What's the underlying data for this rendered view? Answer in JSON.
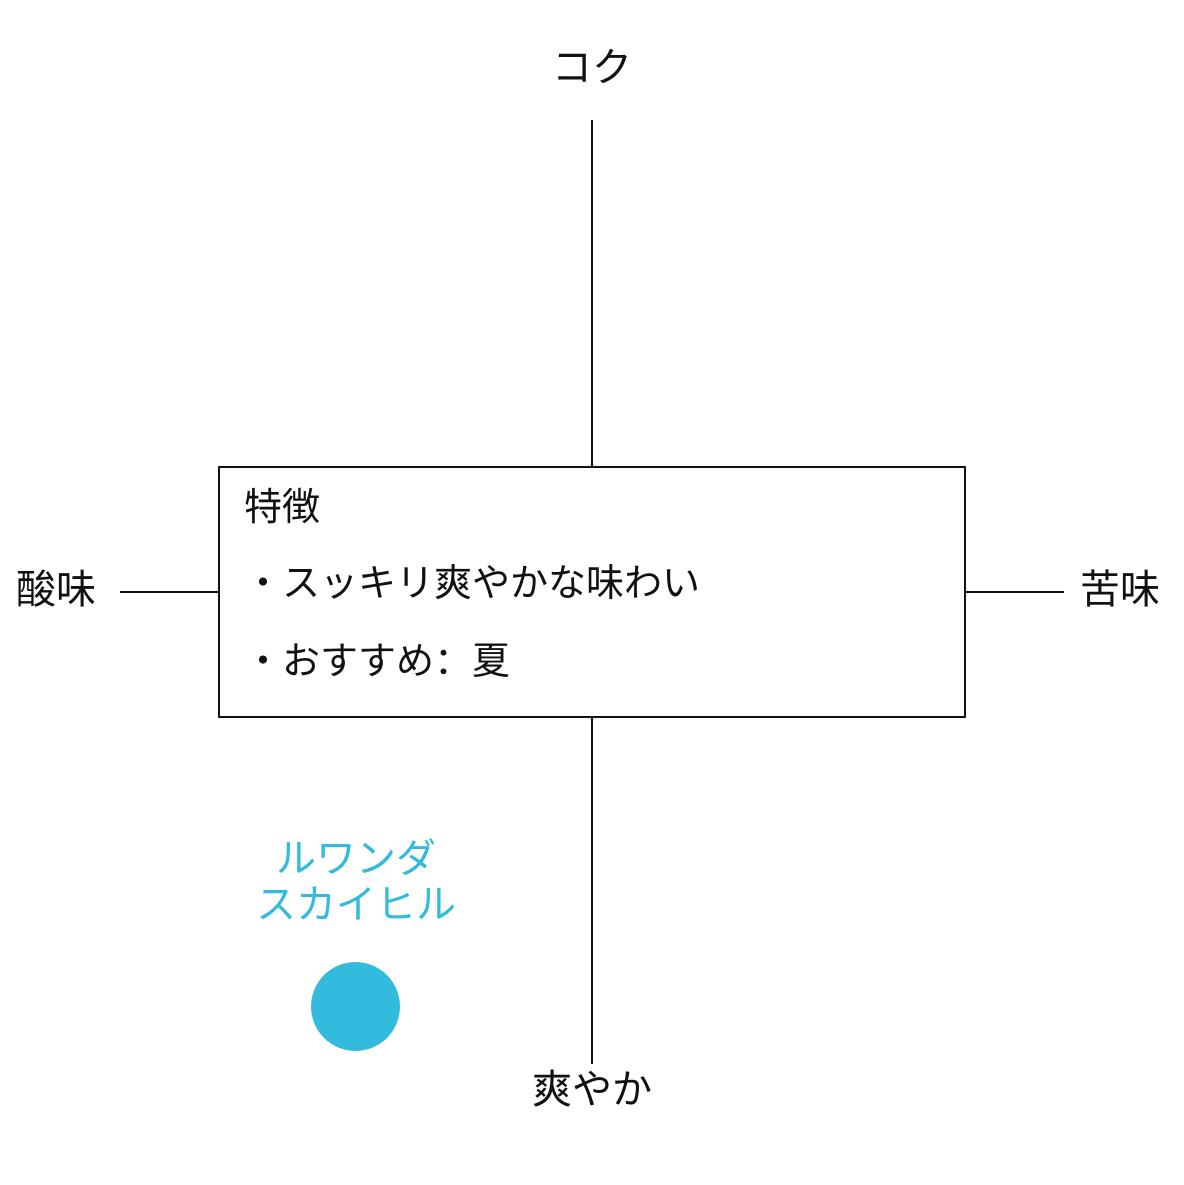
{
  "axes": {
    "top": "コク",
    "bottom": "爽やか",
    "left": "酸味",
    "right": "苦味"
  },
  "feature_box": {
    "title": "特徴",
    "lines": [
      "・スッキリ爽やかな味わい",
      "・おすすめ：夏"
    ]
  },
  "product": {
    "name_line_1": "ルワンダ",
    "name_line_2": "スカイヒル",
    "color": "#33bbdd"
  }
}
